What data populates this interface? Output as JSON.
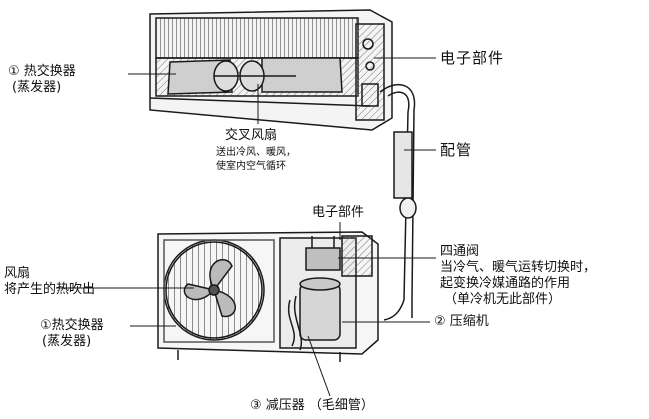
{
  "labels": {
    "indoor_heat_exchanger": "① 热交换器",
    "indoor_heat_exchanger_sub": "(蒸发器)",
    "electronic_parts_top": "电子部件",
    "piping": "配管",
    "cross_fan": "交叉风扇",
    "cross_fan_desc_1": "送出冷风、暖风，",
    "cross_fan_desc_2": "使室内空气循环",
    "electronic_parts_outdoor": "电子部件",
    "four_way_valve": "四通阀",
    "four_way_valve_desc_1": "当冷气、暖气运转切换时，",
    "four_way_valve_desc_2": "起变换冷媒通路的作用",
    "four_way_valve_desc_3": "（单冷机无此部件）",
    "outdoor_fan": "风扇",
    "outdoor_fan_desc": "将产生的热吹出",
    "outdoor_heat_exchanger": "①热交换器",
    "outdoor_heat_exchanger_sub": "(蒸发器)",
    "compressor": "② 压缩机",
    "pressure_reducer": "③ 减压器 （毛细管）"
  },
  "colors": {
    "line": "#1a1a1a",
    "shade": "#9a9a9a",
    "background": "#ffffff"
  }
}
